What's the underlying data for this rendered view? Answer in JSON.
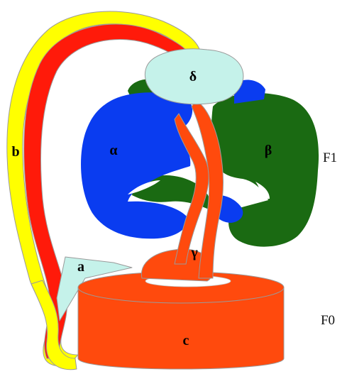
{
  "labels": {
    "delta": "δ",
    "alpha": "α",
    "beta": "β",
    "gamma": "γ",
    "a": "a",
    "b": "b",
    "c": "c",
    "f1": "F1",
    "f0": "F0"
  },
  "colors": {
    "alpha_subunit": "#0a3cf0",
    "beta_subunit": "#1a6a12",
    "delta_subunit": "#c5f2ea",
    "gamma_subunit": "#ff4a0d",
    "c_ring": "#ff4a0d",
    "a_subunit": "#c5f2ea",
    "b_stalk_yellow": "#ffff00",
    "b_stalk_red": "#ff1a0a",
    "background": "#ffffff"
  }
}
